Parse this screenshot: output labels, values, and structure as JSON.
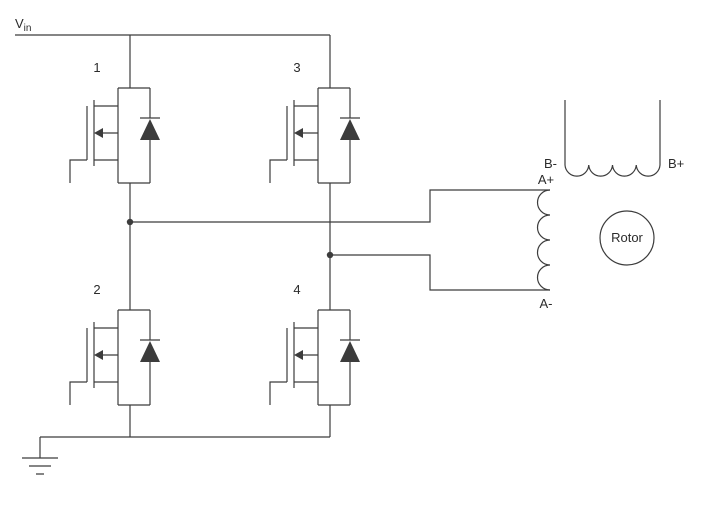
{
  "diagram": {
    "supply": {
      "label_base": "V",
      "label_sub": "in"
    },
    "transistors": [
      {
        "label": "1"
      },
      {
        "label": "2"
      },
      {
        "label": "3"
      },
      {
        "label": "4"
      }
    ],
    "windings": {
      "a_plus": "A+",
      "a_minus": "A-",
      "b_minus": "B-",
      "b_plus": "B+"
    },
    "rotor_label": "Rotor",
    "colors": {
      "line": "#3c3c3c",
      "text": "#2b2b2b",
      "background": "#ffffff"
    }
  }
}
